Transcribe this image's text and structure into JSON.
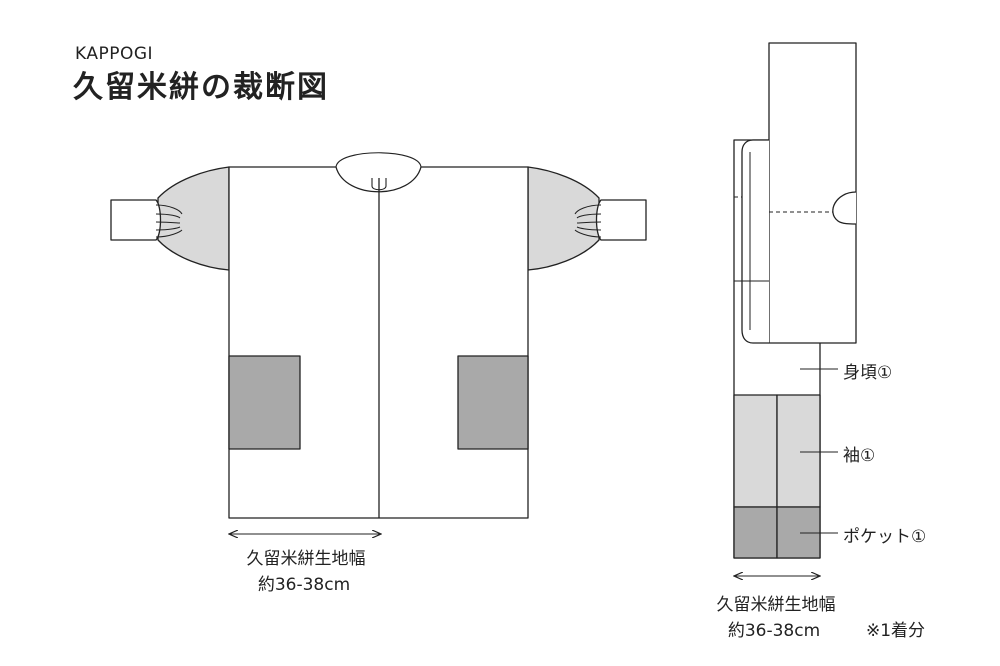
{
  "header": {
    "subtitle": "KAPPOGI",
    "title": "久留米絣の裁断図"
  },
  "garment": {
    "width_label_line1": "久留米絣生地幅",
    "width_label_line2": "約36-38cm"
  },
  "layout": {
    "body_piece_label": "身頃①",
    "sleeve_piece_label": "袖①",
    "pocket_piece_label": "ポケット①",
    "width_label_line1": "久留米絣生地幅",
    "width_label_line2": "約36-38cm",
    "quantity_note": "※1着分"
  },
  "colors": {
    "outline": "#222222",
    "sleeve_fill": "#d9d9d9",
    "pocket_fill": "#a9a9a9",
    "background": "#ffffff"
  }
}
